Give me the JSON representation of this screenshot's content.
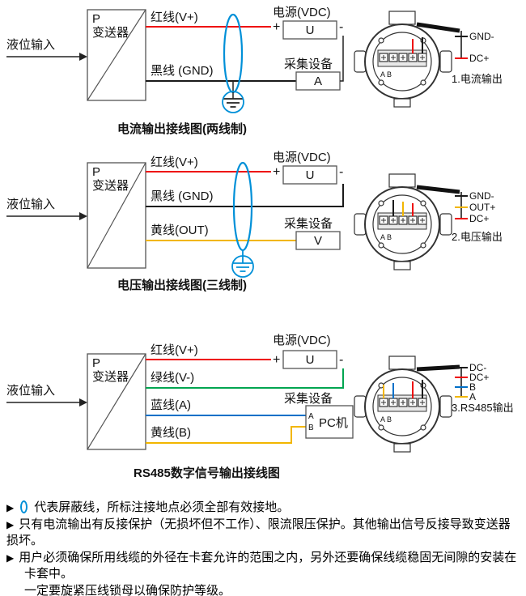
{
  "colors": {
    "red": "#ee0000",
    "black": "#1a1a1a",
    "yellow": "#f2b600",
    "green": "#00a550",
    "blue": "#0070c8",
    "shield": "#0090d8"
  },
  "diagrams": {
    "current": {
      "input": "液位输入",
      "p": "P",
      "transmitter": "变送器",
      "wire_red": "红线(V+)",
      "wire_black": "黑线 (GND)",
      "power": "电源(VDC)",
      "power_unit": "U",
      "plus": "+",
      "minus": "-",
      "collector": "采集设备",
      "meter": "A",
      "terminal_letters": "A B",
      "head_labels": [
        "GND-",
        "DC+"
      ],
      "head_caption": "1.电流输出",
      "caption": "电流输出接线图(两线制)"
    },
    "voltage": {
      "input": "液位输入",
      "p": "P",
      "transmitter": "变送器",
      "wire_red": "红线(V+)",
      "wire_black": "黑线 (GND)",
      "wire_yellow": "黄线(OUT)",
      "power": "电源(VDC)",
      "power_unit": "U",
      "plus": "+",
      "minus": "-",
      "collector": "采集设备",
      "meter": "V",
      "terminal_letters": "A B",
      "head_labels": [
        "GND-",
        "OUT+",
        "DC+"
      ],
      "head_caption": "2.电压输出",
      "caption": "电压输出接线图(三线制)"
    },
    "rs485": {
      "input": "液位输入",
      "p": "P",
      "transmitter": "变送器",
      "wire_red": "红线(V+)",
      "wire_green": "绿线(V-)",
      "wire_blue": "蓝线(A)",
      "wire_yellow": "黄线(B)",
      "power": "电源(VDC)",
      "power_unit": "U",
      "plus": "+",
      "minus": "-",
      "collector": "采集设备",
      "pc": "PC机",
      "pc_a": "A",
      "pc_b": "B",
      "terminal_letters": "A B",
      "head_labels": [
        "DC-",
        "DC+",
        "B",
        "A"
      ],
      "head_caption": "3.RS485输出",
      "caption": "RS485数字信号输出接线图"
    }
  },
  "notes": [
    {
      "bullet": "▶",
      "text": "代表屏蔽线，所标注接地点必须全部有效接地。"
    },
    {
      "bullet": "▶",
      "text": "只有电流输出有反接保护（无损坏但不工作）、限流限压保护。其他输出信号反接导致变送器损坏。"
    },
    {
      "bullet": "▶",
      "text": "用户必须确保所用线缆的外径在卡套允许的范围之内，另外还要确保线缆稳固无间隙的安装在卡套中。"
    },
    {
      "bullet": "",
      "text": "一定要旋紧压线锁母以确保防护等级。"
    }
  ]
}
